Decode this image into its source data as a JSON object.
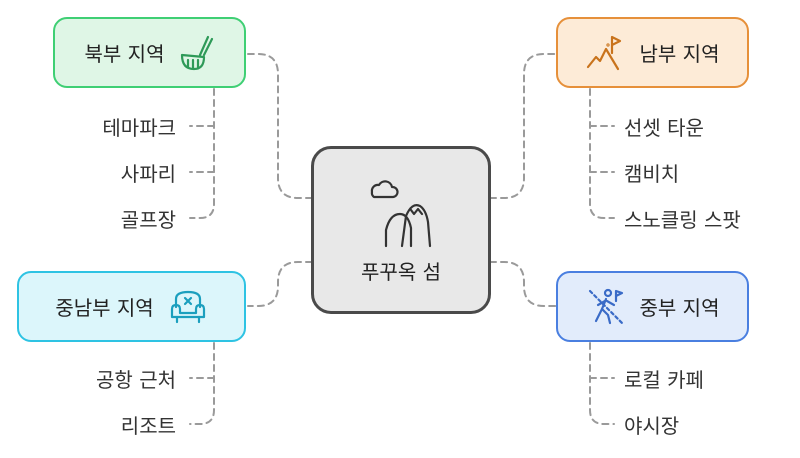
{
  "center": {
    "label": "푸꾸옥 섬",
    "icon": "mountain-icon"
  },
  "regions": {
    "north": {
      "label": "북부 지역",
      "icon": "golf-icon",
      "color": "#3fcf74",
      "items": [
        "테마파크",
        "사파리",
        "골프장"
      ]
    },
    "south": {
      "label": "남부 지역",
      "icon": "hiker-flag-icon",
      "color": "#e6903a",
      "items": [
        "선셋 타운",
        "캠비치",
        "스노클링 스팟"
      ]
    },
    "south_central": {
      "label": "중남부 지역",
      "icon": "armchair-icon",
      "color": "#2ec3e3",
      "items": [
        "공항 근처",
        "리조트"
      ]
    },
    "central": {
      "label": "중부 지역",
      "icon": "hiker-icon",
      "color": "#4a7fe0",
      "items": [
        "로컬 카페",
        "야시장"
      ]
    }
  }
}
